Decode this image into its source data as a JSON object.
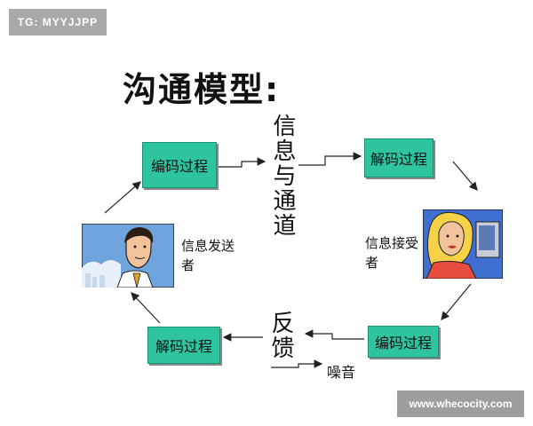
{
  "tag_banner": "TG: MYYJJPP",
  "title": "沟通模型:",
  "channel_label": "信息与通道",
  "feedback_label": "反馈",
  "boxes": {
    "encode_top": "编码过程",
    "decode_top": "解码过程",
    "encode_bottom": "编码过程",
    "decode_bottom": "解码过程"
  },
  "sender_label": "信息发送者",
  "receiver_label": "信息接受者",
  "noise_label": "噪音",
  "watermark": "www.whecocity.com",
  "colors": {
    "box_fill": "#2ec4a0",
    "box_border": "#1d8f73"
  },
  "icons": [
    "sender-man-illustration",
    "receiver-woman-illustration"
  ]
}
